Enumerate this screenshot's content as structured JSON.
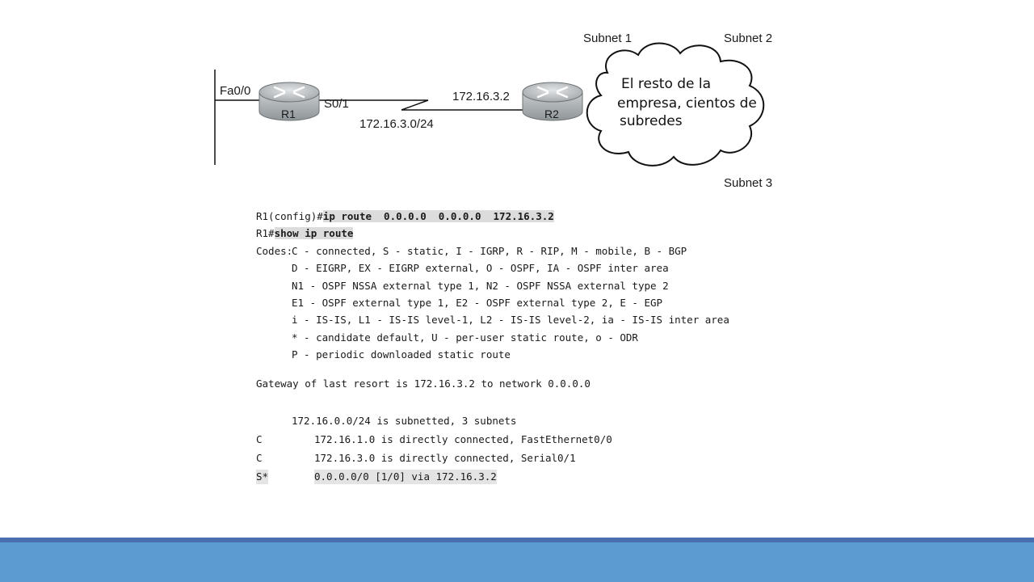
{
  "diagram": {
    "labels": {
      "fa00": "Fa0/0",
      "r1": "R1",
      "s01": "S0/1",
      "link_net": "172.16.3.0/24",
      "r2_ip": "172.16.3.2",
      "r2": "R2",
      "subnet1": "Subnet 1",
      "subnet2": "Subnet 2",
      "subnet3": "Subnet 3"
    },
    "cloud_lines": [
      "El resto de la",
      "empresa, cientos de",
      "subredes"
    ]
  },
  "cli": {
    "cmd1_prompt": "R1(config)#",
    "cmd1": "ip route  0.0.0.0  0.0.0.0  172.16.3.2",
    "cmd2_prompt": "R1#",
    "cmd2": "show ip route",
    "codes_label": "Codes: ",
    "codes": [
      "C - connected, S - static, I - IGRP, R - RIP, M - mobile, B - BGP",
      "D - EIGRP, EX - EIGRP external, O - OSPF, IA - OSPF inter area",
      "N1 - OSPF NSSA external type 1, N2 - OSPF NSSA external type 2",
      "E1 - OSPF external type 1, E2 - OSPF external type 2, E - EGP",
      "i - IS-IS, L1 - IS-IS level-1, L2 - IS-IS level-2, ia - IS-IS inter area",
      "* - candidate default, U - per-user static route, o - ODR",
      "P - periodic downloaded static route"
    ],
    "gateway": "Gateway of last resort is 172.16.3.2 to network 0.0.0.0",
    "subnetted": "172.16.0.0/24 is subnetted, 3 subnets",
    "routes": [
      {
        "code": "C",
        "text": "172.16.1.0 is directly connected, FastEthernet0/0"
      },
      {
        "code": "C",
        "text": "172.16.3.0 is directly connected, Serial0/1"
      },
      {
        "code": "S*",
        "text": "0.0.0.0/0 [1/0] via 172.16.3.2"
      }
    ]
  },
  "colors": {
    "footer": "#5b9bd1",
    "footer_border": "#4a6fb0",
    "router_body": "#a9aeb1"
  }
}
